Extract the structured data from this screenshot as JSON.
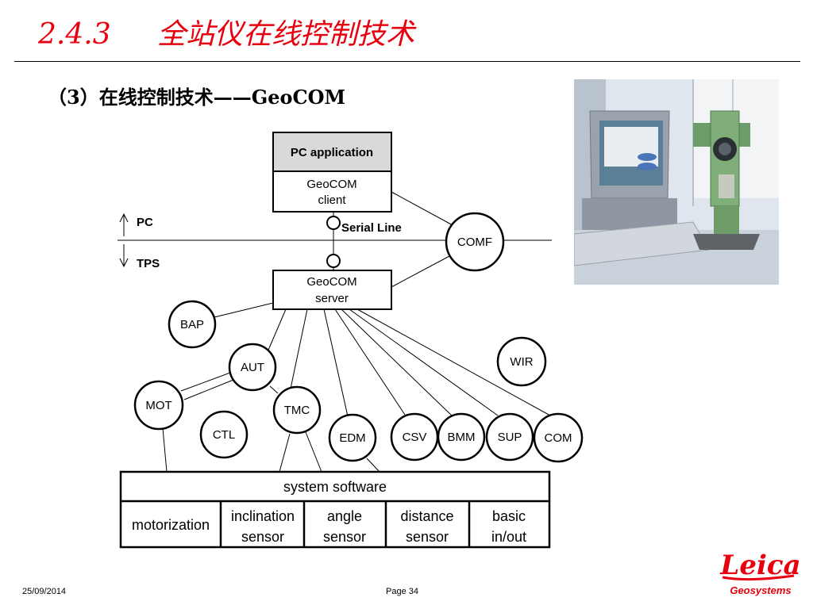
{
  "slide": {
    "section_number": "2.4.3",
    "title": "全站仪在线控制技术",
    "subtitle": "（3）在线控制技术——GeoCOM",
    "footer_date": "25/09/2014",
    "footer_page": "Page 34",
    "logo_word": "Leica",
    "logo_sub": "Geosystems"
  },
  "diagram": {
    "pc_application": "PC application",
    "client_line1": "GeoCOM",
    "client_line2": "client",
    "serial_line": "Serial Line",
    "pc_label": "PC",
    "tps_label": "TPS",
    "server_line1": "GeoCOM",
    "server_line2": "server",
    "nodes": {
      "comf": "COMF",
      "bap": "BAP",
      "aut": "AUT",
      "mot": "MOT",
      "tmc": "TMC",
      "ctl": "CTL",
      "edm": "EDM",
      "csv": "CSV",
      "bmm": "BMM",
      "sup": "SUP",
      "com": "COM",
      "wir": "WIR"
    },
    "system_software": "system software",
    "cells": [
      {
        "l1": "motorization",
        "l2": ""
      },
      {
        "l1": "inclination",
        "l2": "sensor"
      },
      {
        "l1": "angle",
        "l2": "sensor"
      },
      {
        "l1": "distance",
        "l2": "sensor"
      },
      {
        "l1": "basic",
        "l2": "in/out"
      }
    ]
  },
  "colors": {
    "title_red": "#e8000e",
    "header_gray": "#d9d9d9"
  }
}
